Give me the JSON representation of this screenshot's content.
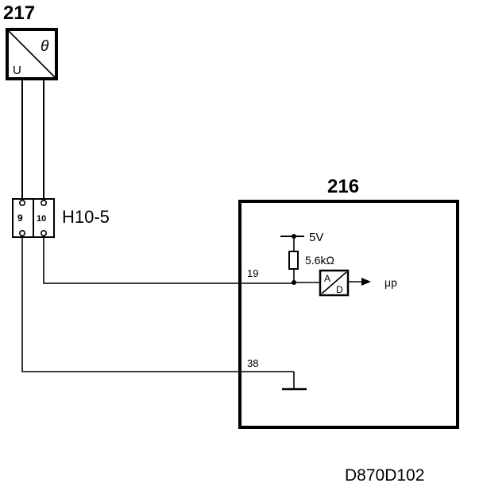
{
  "sensor": {
    "id": "217",
    "symbol_top": "θ",
    "symbol_bottom": "U"
  },
  "connector": {
    "id": "H10-5",
    "pin_left": "9",
    "pin_right": "10"
  },
  "control_unit": {
    "id": "216",
    "pin_signal": "19",
    "pin_ground": "38",
    "supply": "5V",
    "resistor": "5.6kΩ",
    "converter_top": "A",
    "converter_bottom": "D",
    "output": "μp"
  },
  "drawing_code": "D870D102",
  "colors": {
    "ink": "#000000",
    "paper": "#ffffff"
  }
}
